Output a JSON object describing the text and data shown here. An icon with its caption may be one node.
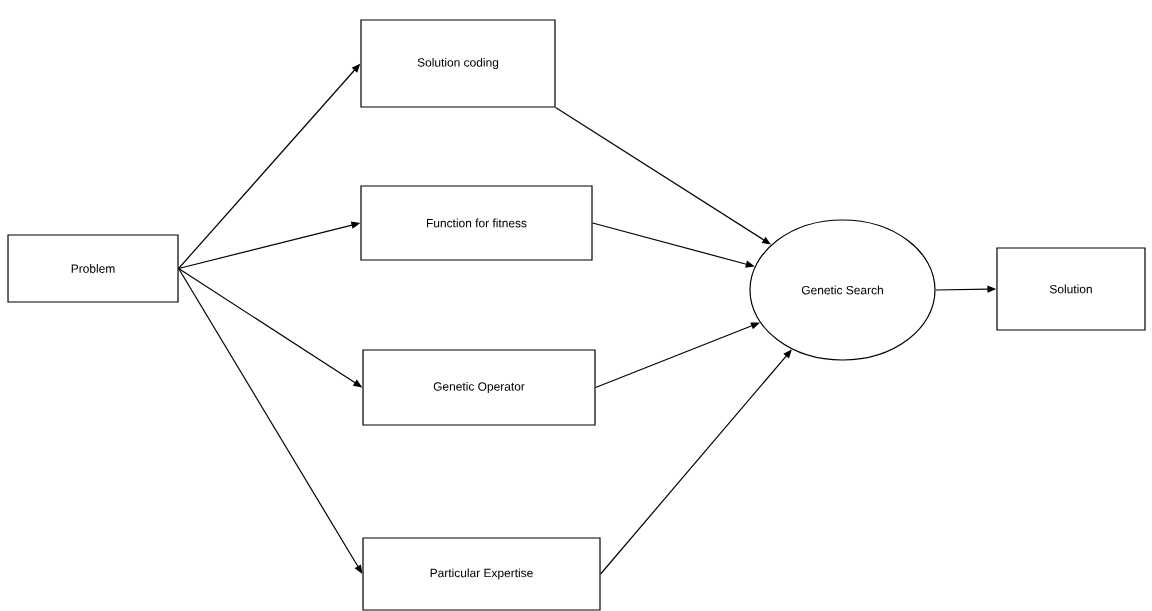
{
  "diagram": {
    "nodes": [
      {
        "text": [
          "Problem"
        ]
      },
      {
        "text": [
          "Solution coding"
        ]
      },
      {
        "text": [
          "Function for fitness"
        ]
      },
      {
        "text": [
          "Genetic Operator"
        ]
      },
      {
        "text": [
          "Particular Expertise"
        ]
      },
      {
        "text": [
          "Genetic Search"
        ]
      },
      {
        "text": [
          "Solution"
        ]
      }
    ],
    "edges": [
      {
        "from": 0,
        "to": 1,
        "arrow": "to"
      },
      {
        "from": 0,
        "to": 2,
        "arrow": "to"
      },
      {
        "from": 0,
        "to": 3,
        "arrow": "to"
      },
      {
        "from": 0,
        "to": 4,
        "arrow": "to"
      },
      {
        "from": 1,
        "to": 5,
        "arrow": "to"
      },
      {
        "from": 2,
        "to": 5,
        "arrow": "to"
      },
      {
        "from": 3,
        "to": 5,
        "arrow": "to"
      },
      {
        "from": 4,
        "to": 5,
        "arrow": "to"
      },
      {
        "from": 5,
        "to": 6,
        "arrow": "to"
      }
    ]
  }
}
